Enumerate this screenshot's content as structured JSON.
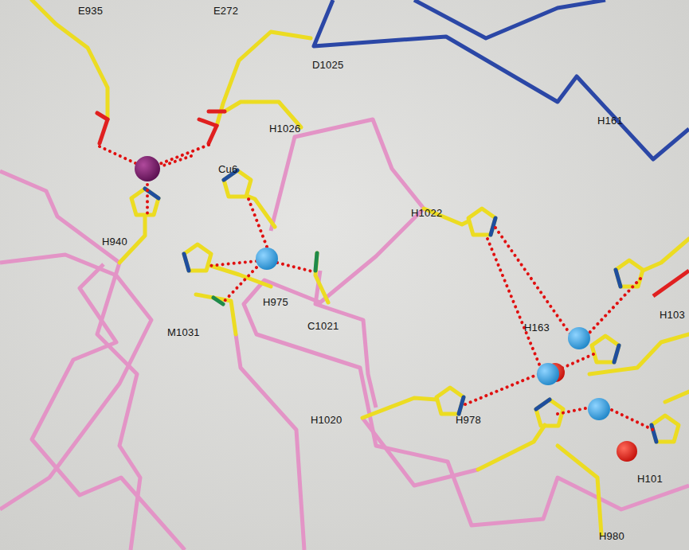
{
  "diagram": {
    "labels": [
      "E935",
      "E272",
      "D1025",
      "H1026",
      "Cu6",
      "H940",
      "H975",
      "H1022",
      "H161",
      "C1021",
      "M1031",
      "H163",
      "H103",
      "H1020",
      "H978",
      "H101",
      "H980"
    ]
  }
}
